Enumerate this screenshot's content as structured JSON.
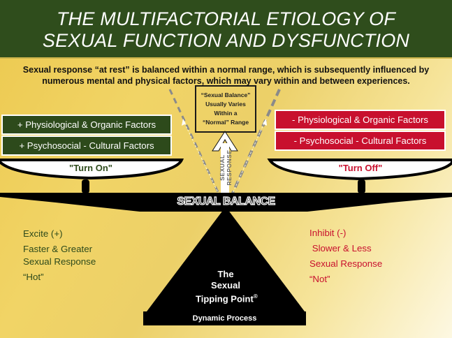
{
  "header": {
    "title_line1": "THE MULTIFACTORIAL ETIOLOGY OF",
    "title_line2": "SEXUAL FUNCTION AND DYSFUNCTION",
    "background_color": "#2f4d1c"
  },
  "subtitle": {
    "line1": "Sexual response “at rest” is  balanced within a normal range, which is subsequently influenced by",
    "line2": "numerous mental and physical factors, which may vary within and between experiences."
  },
  "range_box": {
    "lines": [
      "“Sexual Balance”",
      "Usually Varies",
      "Within a",
      "“Normal”  Range"
    ]
  },
  "arrow_label": "SEXUAL RESPONSE",
  "left_pan": {
    "factors": [
      "+ Physiological & Organic Factors",
      "+ Psychosocial - Cultural Factors"
    ],
    "label": "\"Turn On\"",
    "color": "#2d4a1b"
  },
  "right_pan": {
    "factors": [
      "- Physiological & Organic Factors",
      "- Psychosocial - Cultural Factors"
    ],
    "label": "\"Turn Off\"",
    "color": "#c8102e"
  },
  "beam_label": "SEXUAL BALANCE",
  "left_effects": {
    "lines": [
      "Excite (+)",
      "Faster & Greater",
      "Sexual Response",
      "“Hot”"
    ],
    "color": "#2d4a1b"
  },
  "right_effects": {
    "lines": [
      "Inhibit (-)",
      " Slower & Less",
      "Sexual Response",
      "“Not”"
    ],
    "color": "#c8102e"
  },
  "tipping_point": {
    "line1": "The",
    "line2": "Sexual",
    "line3": "Tipping Point",
    "mark": "®"
  },
  "base_label": "Dynamic Process"
}
